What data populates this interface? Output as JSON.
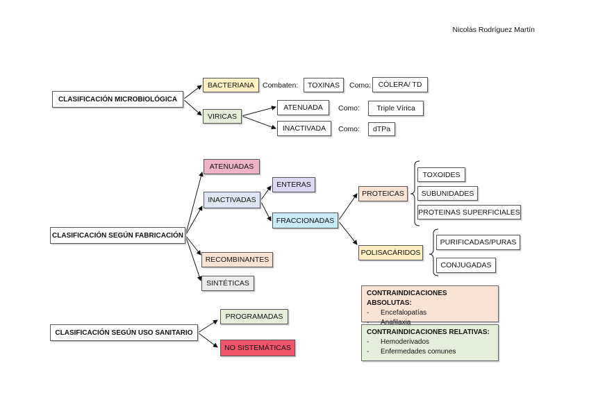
{
  "author": "Nicolás Rodríguez Martín",
  "colors": {
    "yellow": "#fdf0c2",
    "green": "#e5eed8",
    "pink": "#eeb3c4",
    "blue_light": "#dde6f2",
    "lavender": "#ddd6f5",
    "cyan": "#c8ebf8",
    "peach": "#fbe3d4",
    "gray": "#ececec",
    "red": "#f0556a"
  },
  "microbiologica": {
    "title": "CLASIFICACIÓN MICROBIOLÓGICA",
    "bacteriana": "BACTERIANA",
    "combaten": "Combaten:",
    "toxinas": "TOXINAS",
    "como1": "Como:",
    "colera": "CÓLERA/ TD",
    "viricas": "VIRICAS",
    "atenuada": "ATENUADA",
    "como2": "Como:",
    "triple": "Triple Vírica",
    "inactivada": "INACTIVADA",
    "como3": "Como:",
    "dtpa": "dTPa"
  },
  "fabricacion": {
    "title": "CLASIFICACIÓN SEGÚN FABRICACIÓN",
    "atenuadas": "ATENUADAS",
    "inactivadas": "INACTIVADAS",
    "enteras": "ENTERAS",
    "fraccionadas": "FRACCIONADAS",
    "proteicas": "PROTEICAS",
    "toxoides": "TOXOIDES",
    "subunidades": "SUBUNIDADES",
    "proteinas_sup": "PROTEINAS SUPERFICIALES",
    "polisacaridos": "POLISACÁRIDOS",
    "purificadas": "PURIFICADAS/PURAS",
    "conjugadas": "CONJUGADAS",
    "recombinantes": "RECOMBINANTES",
    "sinteticas": "SINTÉTICAS"
  },
  "uso_sanitario": {
    "title": "CLASIFICACIÓN SEGÚN USO SANITARIO",
    "programadas": "PROGRAMADAS",
    "no_sistematicas": "NO SISTEMÁTICAS"
  },
  "contraindicaciones": {
    "absolutas": {
      "title": "CONTRAINDICACIONES ABSOLUTAS:",
      "items": [
        "Encefalopatías",
        "Anafilaxia"
      ]
    },
    "relativas": {
      "title": "CONTRAINDICACIONES RELATIVAS:",
      "items": [
        "Hemoderivados",
        "Enfermedades comunes"
      ]
    }
  }
}
